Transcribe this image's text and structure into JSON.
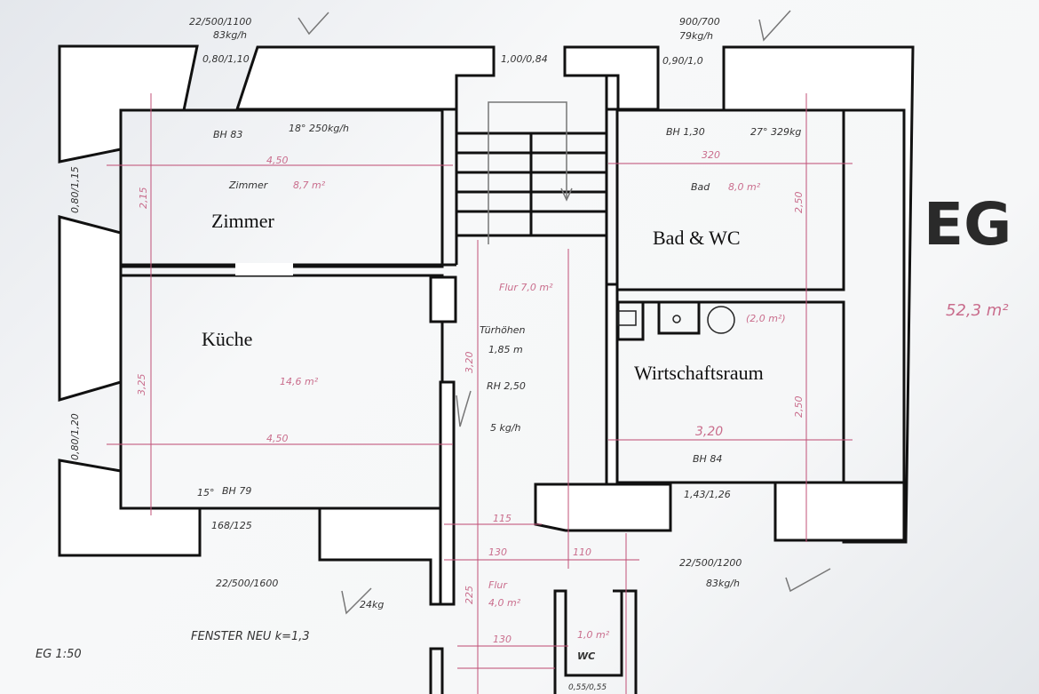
{
  "title": "EG",
  "total_area": "52,3 m²",
  "scale_note": "EG 1:50",
  "window_note": "FENSTER NEU  k=1,3",
  "rooms": {
    "zimmer": {
      "label": "Zimmer",
      "hand_label": "Zimmer",
      "area": "8,7 m²",
      "width": "4,50",
      "depth": "2,15",
      "sill": "BH 83",
      "heater": "18° 250kg/h"
    },
    "kueche": {
      "label": "Küche",
      "area": "14,6 m²",
      "width": "4,50",
      "depth": "3,25",
      "sill": "BH 79",
      "heater": "15°"
    },
    "bad": {
      "label": "Bad & WC",
      "hand_label": "Bad",
      "area": "8,0 m²",
      "width": "320",
      "depth": "2,50",
      "sill": "BH 1,30",
      "heater": "27° 329kg"
    },
    "wirtschaftsraum": {
      "label": "Wirtschaftsraum",
      "area": "(2,0 m²)",
      "width": "3,20",
      "depth": "2,50",
      "sill": "BH 84"
    },
    "flur": {
      "label": "Flur 7,0 m²",
      "door_height": "Türhöhen",
      "door_height_value": "1,85 m",
      "room_height": "RH 2,50",
      "heater": "5 kg/h",
      "depth": "3,20"
    },
    "flur2": {
      "label": "Flur",
      "area": "4,0 m²",
      "depth": "225",
      "w1": "115",
      "w2": "130",
      "w3": "110",
      "w4": "130"
    },
    "wc": {
      "label": "WC",
      "area": "1,0 m²",
      "window": "0,55/0,55"
    }
  },
  "windows": {
    "w_top_left": "0,80/1,10",
    "w_top_left_spec": "22/500/1100",
    "w_top_left_flow": "83kg/h",
    "w_top_mid": "1,00/0,84",
    "w_top_right": "0,90/1,0",
    "w_top_right_spec": "900/700",
    "w_top_right_flow": "79kg/h",
    "w_left_1": "0,80/1,15",
    "w_left_2": "0,80/1,20",
    "w_bottom_left": "168/125",
    "w_bottom_left_spec": "22/500/1600",
    "w_bottom_left_flow": "24kg",
    "w_bottom_right": "1,43/1,26",
    "w_bottom_right_spec": "22/500/1200",
    "w_bottom_right_flow": "83kg/h"
  }
}
